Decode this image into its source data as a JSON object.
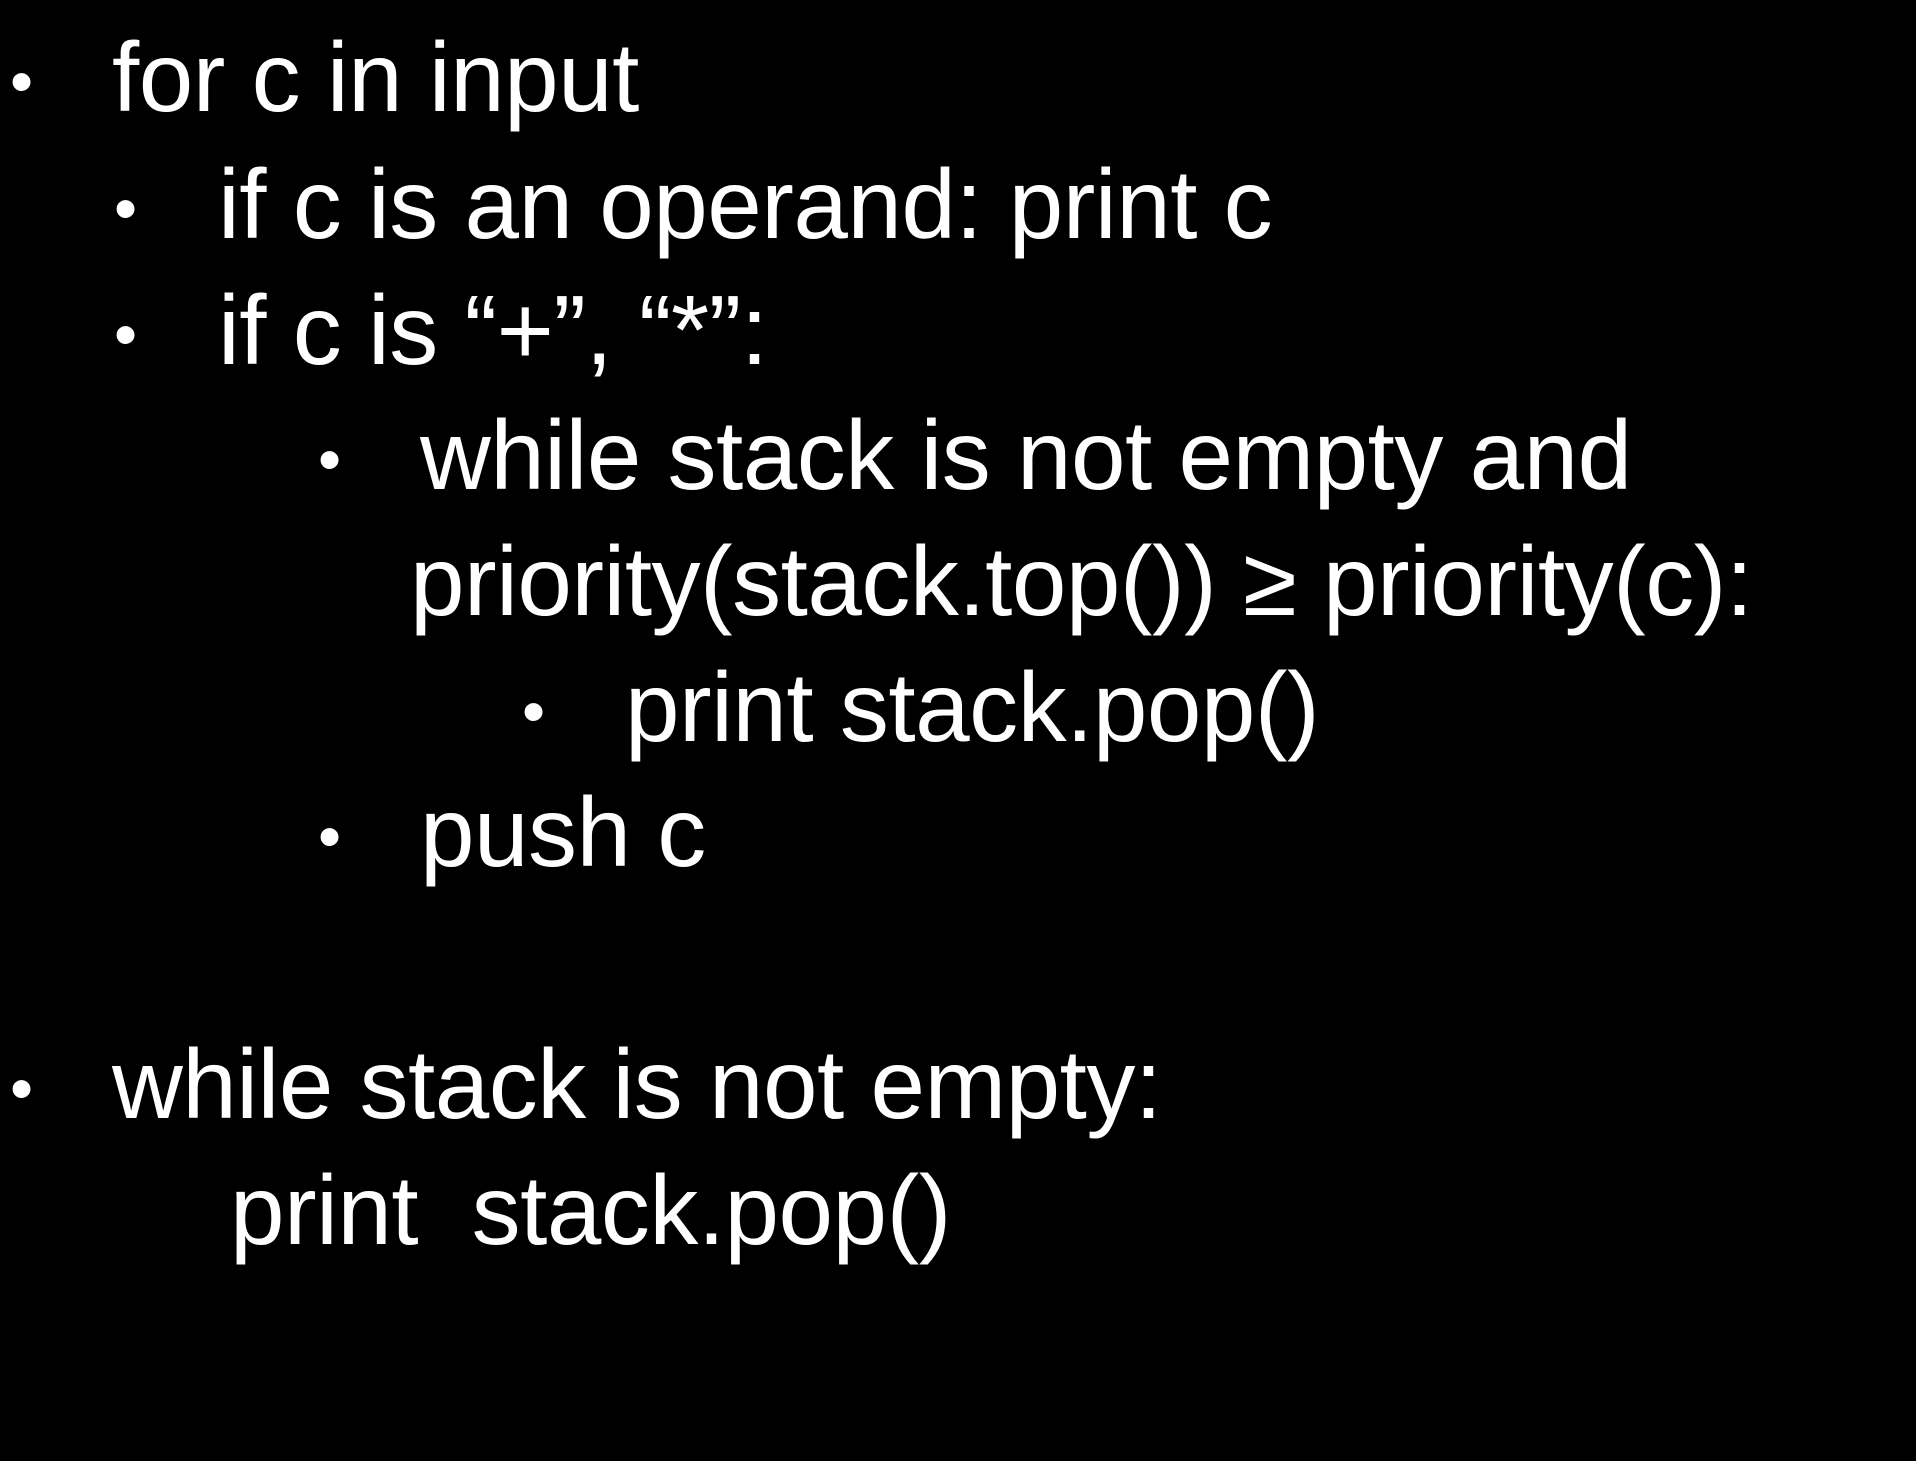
{
  "background_color": "#000000",
  "text_color": "#ffffff",
  "bullet_glyph": "•",
  "lines": [
    {
      "text": "for c in input",
      "bullet": true
    },
    {
      "text": "if c is an operand: print c",
      "bullet": true
    },
    {
      "text": "if c is “+”, “*”:",
      "bullet": true
    },
    {
      "text": "while stack is not empty and",
      "bullet": true
    },
    {
      "text": "priority(stack.top()) ≥ priority(c):",
      "bullet": false
    },
    {
      "text": "print stack.pop()",
      "bullet": true
    },
    {
      "text": "push c",
      "bullet": true
    },
    {
      "text": "while stack is not empty:",
      "bullet": true
    },
    {
      "text": "print  stack.pop()",
      "bullet": false
    }
  ]
}
